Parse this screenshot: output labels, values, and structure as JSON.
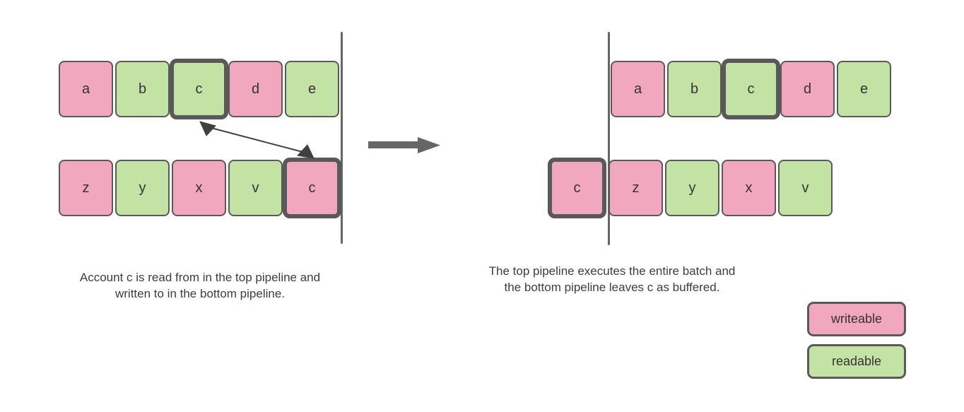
{
  "colors": {
    "writeable_fill": "#f1a8be",
    "readable_fill": "#c3e3a5",
    "box_border": "#595959",
    "divider_line": "#666666",
    "arrow": "#666666",
    "thin_arrow": "#404040",
    "caption_text": "#3d3d3d"
  },
  "left_diagram": {
    "top_row": [
      {
        "label": "a",
        "type": "writeable",
        "highlight": false
      },
      {
        "label": "b",
        "type": "readable",
        "highlight": false
      },
      {
        "label": "c",
        "type": "readable",
        "highlight": true
      },
      {
        "label": "d",
        "type": "writeable",
        "highlight": false
      },
      {
        "label": "e",
        "type": "readable",
        "highlight": false
      }
    ],
    "bottom_row": [
      {
        "label": "z",
        "type": "writeable",
        "highlight": false
      },
      {
        "label": "y",
        "type": "readable",
        "highlight": false
      },
      {
        "label": "x",
        "type": "writeable",
        "highlight": false
      },
      {
        "label": "v",
        "type": "readable",
        "highlight": false
      },
      {
        "label": "c",
        "type": "writeable",
        "highlight": true
      }
    ],
    "caption": "Account c is read from in the top pipeline and written to in the bottom pipeline."
  },
  "right_diagram": {
    "top_row": [
      {
        "label": "a",
        "type": "writeable",
        "highlight": false
      },
      {
        "label": "b",
        "type": "readable",
        "highlight": false
      },
      {
        "label": "c",
        "type": "readable",
        "highlight": true
      },
      {
        "label": "d",
        "type": "writeable",
        "highlight": false
      },
      {
        "label": "e",
        "type": "readable",
        "highlight": false
      }
    ],
    "bottom_row": [
      {
        "label": "c",
        "type": "writeable",
        "highlight": true
      },
      {
        "label": "z",
        "type": "writeable",
        "highlight": false
      },
      {
        "label": "y",
        "type": "readable",
        "highlight": false
      },
      {
        "label": "x",
        "type": "writeable",
        "highlight": false
      },
      {
        "label": "v",
        "type": "readable",
        "highlight": false
      }
    ],
    "caption": "The top pipeline executes the entire batch and the bottom pipeline leaves c as buffered."
  },
  "legend": {
    "items": [
      {
        "label": "writeable",
        "type": "writeable"
      },
      {
        "label": "readable",
        "type": "readable"
      }
    ]
  }
}
